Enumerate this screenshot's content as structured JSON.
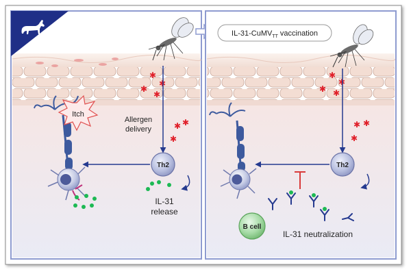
{
  "left_panel": {
    "itch_label": "Itch",
    "allergen_label_line1": "Allergen",
    "allergen_label_line2": "delivery",
    "th2_label": "Th2",
    "il31_line1": "IL-31",
    "il31_line2": "release"
  },
  "right_panel": {
    "vaccination_prefix": "IL-31-CuMV",
    "vaccination_subscript": "TT",
    "vaccination_suffix": " vaccination",
    "th2_label": "Th2",
    "bcell_label": "B cell",
    "neutralization_label": "IL-31 neutralization"
  },
  "icons": {
    "species": "horse-icon",
    "transition": "arrow-right-icon"
  },
  "colors": {
    "header_navy": "#1f2f87",
    "panel_border": "#8e9bd0",
    "arrow_navy": "#253a8f",
    "allergen_red": "#e0202a",
    "il31_green": "#1db954",
    "inhibit_red": "#d93a3a",
    "th2_cell": "#9aa3c9",
    "bcell_green": "#8fcf8f",
    "neuron_blue": "#3d5a9e"
  }
}
